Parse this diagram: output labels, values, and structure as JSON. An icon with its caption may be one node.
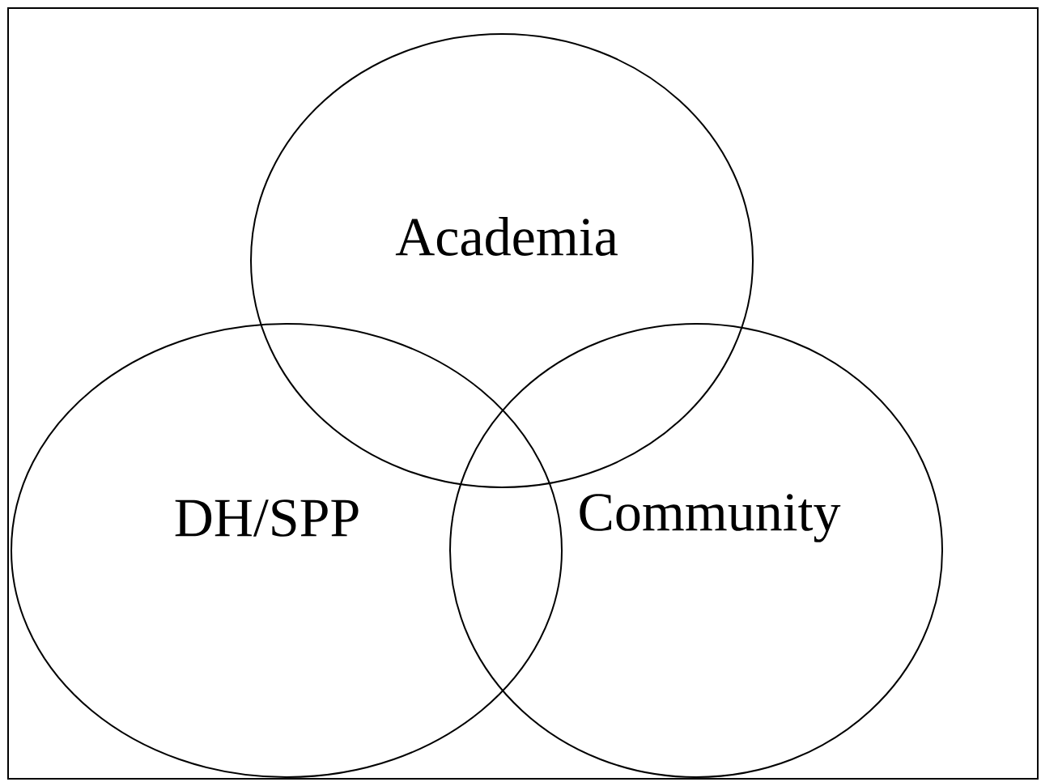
{
  "diagram": {
    "nodes": [
      {
        "text": [
          "Academia"
        ]
      },
      {
        "text": [
          "DH/SPP"
        ]
      },
      {
        "text": [
          "Community"
        ]
      }
    ]
  }
}
